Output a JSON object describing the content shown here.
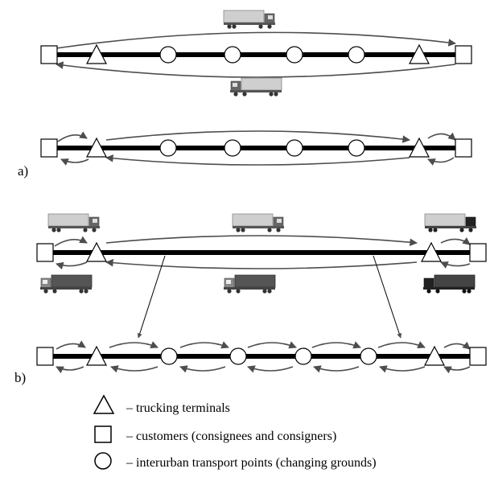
{
  "panel_labels": {
    "a": "a)",
    "b": "b)"
  },
  "legend": {
    "trucking_terminals": "– trucking terminals",
    "customers": "– customers (consignees and consigners)",
    "transport_points": "– interurban transport points (changing grounds)"
  },
  "colors": {
    "route_line": "#000000",
    "arrow": "#4d4d4d",
    "trailer_light": "#cfcfcf",
    "trailer_dark": "#555555",
    "cab_dark": "#2a2a2a"
  },
  "icons": [
    "square-customer-icon",
    "triangle-terminal-icon",
    "circle-transport-point-icon",
    "truck-icon"
  ]
}
